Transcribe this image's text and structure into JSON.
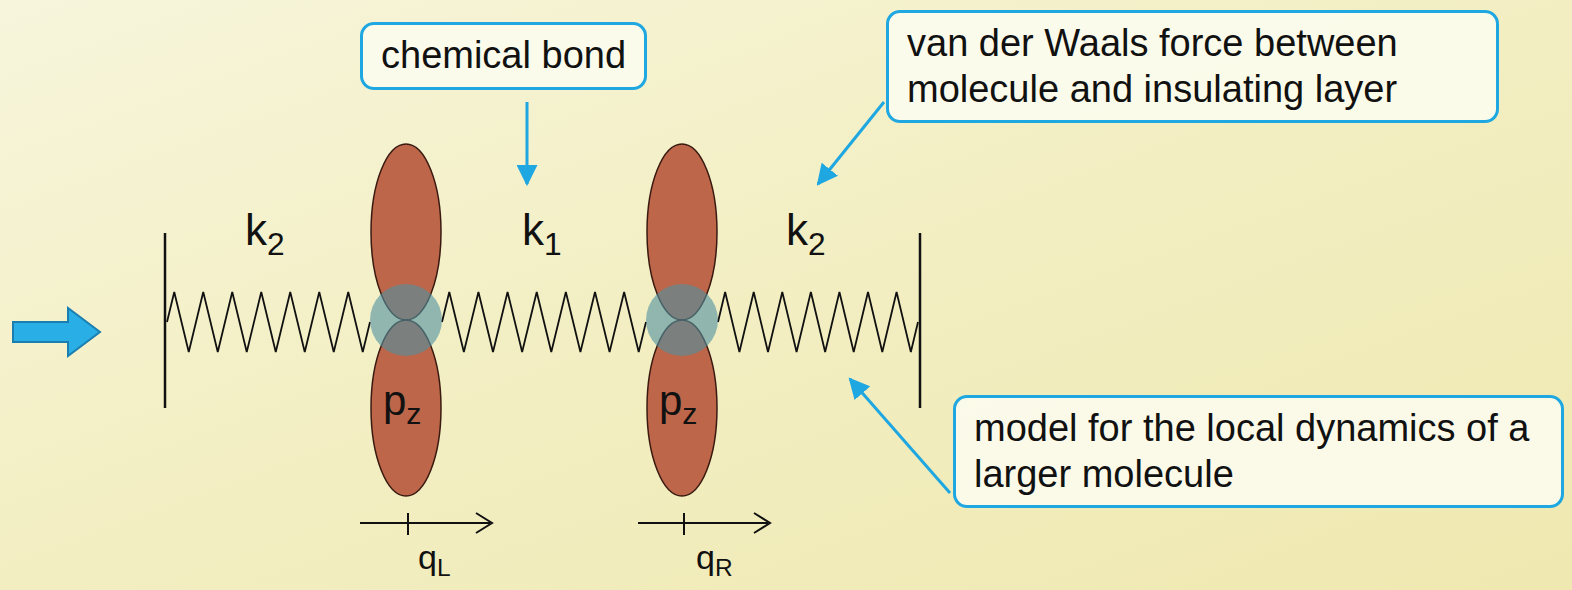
{
  "diagram": {
    "nodes": [
      {
        "text": [
          "chemical bond"
        ]
      },
      {
        "text": [
          "van der Waals force between molecule and insulating layer"
        ]
      },
      {
        "text": [
          "model for the local dynamics of a larger molecule"
        ]
      }
    ],
    "labels": [
      "k2",
      "k1",
      "k2",
      "pz",
      "pz",
      "qL",
      "qR"
    ]
  }
}
